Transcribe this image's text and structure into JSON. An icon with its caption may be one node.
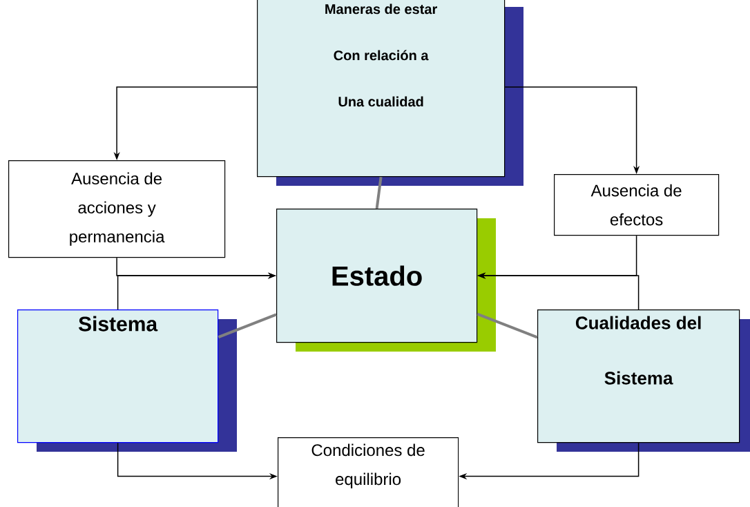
{
  "diagram": {
    "nodes": [
      {
        "text": [
          "Maneras de estar",
          "Con relación a",
          "Una cualidad"
        ]
      },
      {
        "text": [
          "Ausencia de acciones y permanencia"
        ]
      },
      {
        "text": [
          "Ausencia de efectos"
        ]
      },
      {
        "text": [
          "Estado"
        ]
      },
      {
        "text": [
          "Sistema"
        ]
      },
      {
        "text": [
          "Cualidades del Sistema"
        ]
      },
      {
        "text": [
          "Condiciones de equilibrio"
        ]
      }
    ],
    "edges": [
      {
        "from": 0,
        "to": 1,
        "arrow": "to"
      },
      {
        "from": 0,
        "to": 2,
        "arrow": "to"
      },
      {
        "from": 0,
        "to": 3,
        "arrow": "none",
        "style": "thick",
        "color": "#808080"
      },
      {
        "from": 4,
        "to": 3,
        "arrow": "none",
        "style": "thick",
        "color": "#808080"
      },
      {
        "from": 5,
        "to": 3,
        "arrow": "none",
        "style": "thick",
        "color": "#808080"
      },
      {
        "from": 1,
        "to": 3,
        "arrow": "to"
      },
      {
        "from": 4,
        "to": 3,
        "arrow": "to"
      },
      {
        "from": 2,
        "to": 3,
        "arrow": "to"
      },
      {
        "from": 5,
        "to": 3,
        "arrow": "to"
      },
      {
        "from": 4,
        "to": 6,
        "arrow": "to"
      },
      {
        "from": 5,
        "to": 6,
        "arrow": "to"
      }
    ]
  }
}
